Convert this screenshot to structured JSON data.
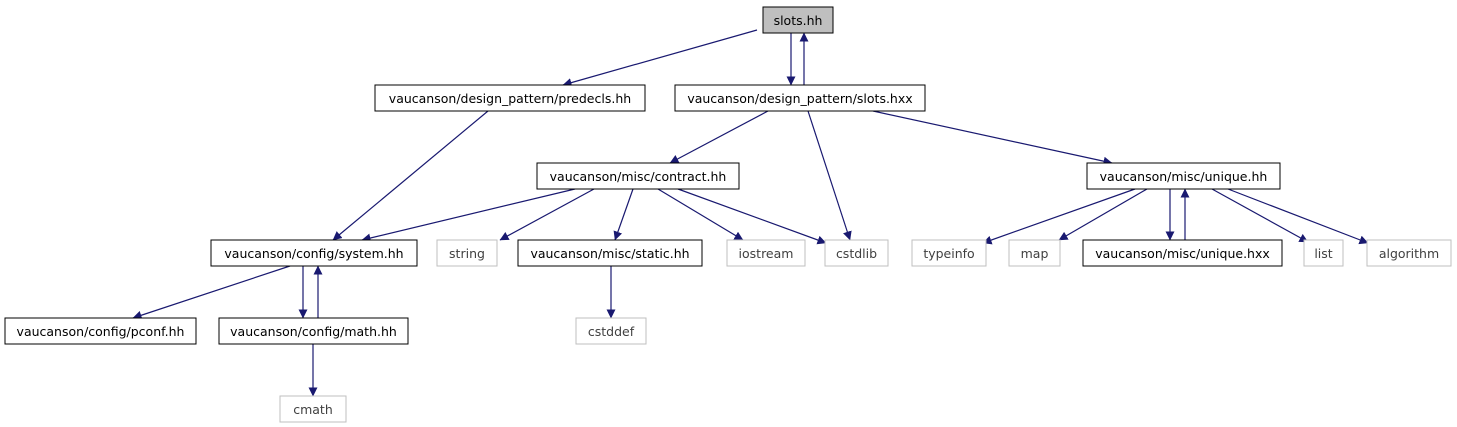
{
  "colors": {
    "edge": "#191970",
    "node_border": "#000000",
    "node_border_external": "#bfbfbf",
    "node_fill": "#ffffff",
    "node_fill_root": "#bfbfbf",
    "text": "#000000",
    "text_external": "#404040"
  },
  "graph": {
    "nodes": [
      {
        "id": "slots_hh",
        "label": "slots.hh",
        "kind": "root"
      },
      {
        "id": "predecls",
        "label": "vaucanson/design_pattern/predecls.hh",
        "kind": "internal"
      },
      {
        "id": "slots_hxx",
        "label": "vaucanson/design_pattern/slots.hxx",
        "kind": "internal"
      },
      {
        "id": "contract",
        "label": "vaucanson/misc/contract.hh",
        "kind": "internal"
      },
      {
        "id": "unique_hh",
        "label": "vaucanson/misc/unique.hh",
        "kind": "internal"
      },
      {
        "id": "system",
        "label": "vaucanson/config/system.hh",
        "kind": "internal"
      },
      {
        "id": "string",
        "label": "string",
        "kind": "external"
      },
      {
        "id": "static",
        "label": "vaucanson/misc/static.hh",
        "kind": "internal"
      },
      {
        "id": "iostream",
        "label": "iostream",
        "kind": "external"
      },
      {
        "id": "cstdlib",
        "label": "cstdlib",
        "kind": "external"
      },
      {
        "id": "typeinfo",
        "label": "typeinfo",
        "kind": "external"
      },
      {
        "id": "map",
        "label": "map",
        "kind": "external"
      },
      {
        "id": "unique_hxx",
        "label": "vaucanson/misc/unique.hxx",
        "kind": "internal"
      },
      {
        "id": "list",
        "label": "list",
        "kind": "external"
      },
      {
        "id": "algorithm",
        "label": "algorithm",
        "kind": "external"
      },
      {
        "id": "pconf",
        "label": "vaucanson/config/pconf.hh",
        "kind": "internal"
      },
      {
        "id": "math",
        "label": "vaucanson/config/math.hh",
        "kind": "internal"
      },
      {
        "id": "cstddef",
        "label": "cstddef",
        "kind": "external"
      },
      {
        "id": "cmath",
        "label": "cmath",
        "kind": "external"
      }
    ],
    "edges": [
      {
        "from": "slots_hh",
        "to": "predecls"
      },
      {
        "from": "slots_hh",
        "to": "slots_hxx"
      },
      {
        "from": "slots_hxx",
        "to": "slots_hh"
      },
      {
        "from": "predecls",
        "to": "system"
      },
      {
        "from": "slots_hxx",
        "to": "contract"
      },
      {
        "from": "slots_hxx",
        "to": "cstdlib"
      },
      {
        "from": "slots_hxx",
        "to": "unique_hh"
      },
      {
        "from": "contract",
        "to": "system"
      },
      {
        "from": "contract",
        "to": "string"
      },
      {
        "from": "contract",
        "to": "static"
      },
      {
        "from": "contract",
        "to": "iostream"
      },
      {
        "from": "contract",
        "to": "cstdlib"
      },
      {
        "from": "unique_hh",
        "to": "typeinfo"
      },
      {
        "from": "unique_hh",
        "to": "map"
      },
      {
        "from": "unique_hh",
        "to": "unique_hxx"
      },
      {
        "from": "unique_hxx",
        "to": "unique_hh"
      },
      {
        "from": "unique_hh",
        "to": "list"
      },
      {
        "from": "unique_hh",
        "to": "algorithm"
      },
      {
        "from": "system",
        "to": "pconf"
      },
      {
        "from": "system",
        "to": "math"
      },
      {
        "from": "math",
        "to": "system"
      },
      {
        "from": "static",
        "to": "cstddef"
      },
      {
        "from": "math",
        "to": "cmath"
      }
    ]
  }
}
